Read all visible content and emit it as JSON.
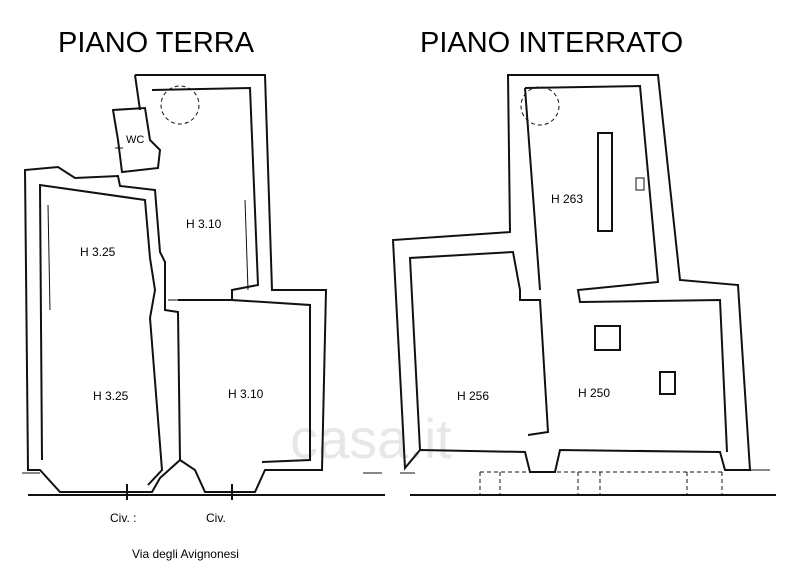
{
  "titles": {
    "ground_floor": "PIANO TERRA",
    "basement": "PIANO INTERRATO"
  },
  "ground_floor_rooms": {
    "wc": "WC",
    "room_left_top": "H 3.25",
    "room_right_top": "H 3.10",
    "room_left_bottom": "H 3.25",
    "room_right_bottom": "H 3.10"
  },
  "basement_rooms": {
    "room_top": "H 263",
    "room_left": "H 256",
    "room_right": "H 250"
  },
  "entrances": {
    "civ_left": "Civ. :",
    "civ_right": "Civ."
  },
  "street": "Via degli Avignonesi",
  "watermark": "casa.it"
}
